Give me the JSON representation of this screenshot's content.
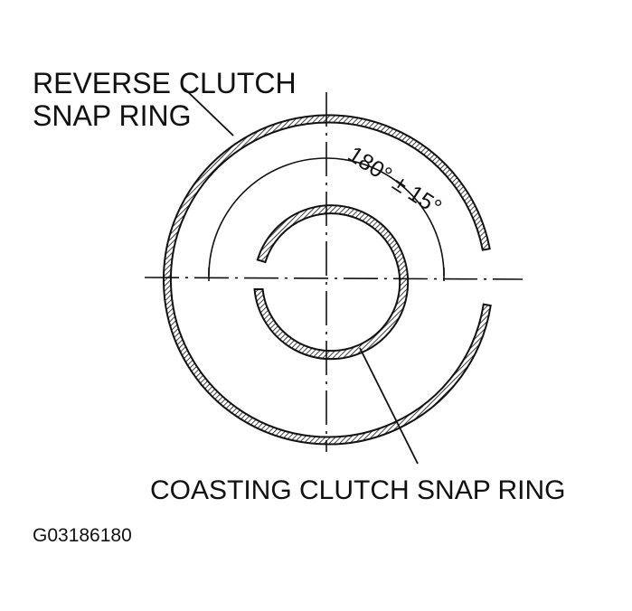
{
  "labels": {
    "reverse_clutch_line1": "REVERSE CLUTCH",
    "reverse_clutch_line2": "SNAP RING",
    "coasting_clutch": "COASTING CLUTCH SNAP RING",
    "angle": "180° ± 15°",
    "figure_id": "G03186180"
  },
  "colors": {
    "ink": "#111111",
    "background": "#ffffff"
  }
}
